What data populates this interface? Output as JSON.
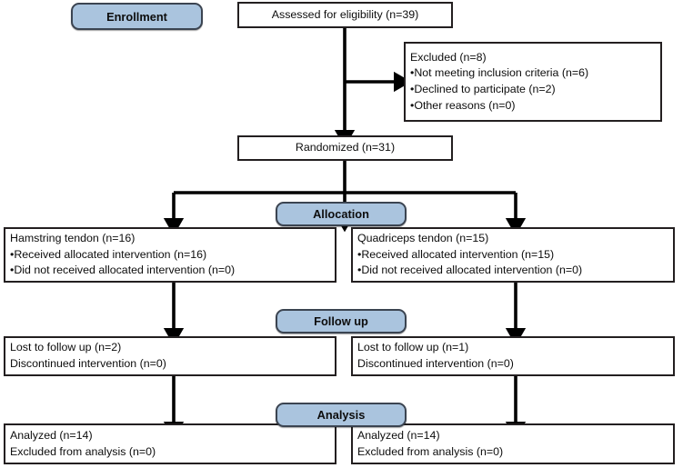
{
  "diagram": {
    "title": "CONSORT participant flow diagram",
    "type": "flowchart",
    "colors": {
      "stage_fill": "#aac4de",
      "stage_border": "#3b4451",
      "box_border": "#231f20",
      "box_fill": "#ffffff",
      "text": "#0d0d0d",
      "connector": "#000000"
    }
  },
  "stages": {
    "enrollment": "Enrollment",
    "allocation": "Allocation",
    "followup": "Follow up",
    "analysis": "Analysis"
  },
  "nodes": {
    "assessed": {
      "lines": [
        "Assessed for eligibility (n=39)"
      ]
    },
    "excluded": {
      "lines": [
        "Excluded (n=8)",
        "•Not meeting inclusion criteria (n=6)",
        "•Declined to participate (n=2)",
        "•Other reasons (n=0)"
      ]
    },
    "randomized": {
      "lines": [
        "Randomized (n=31)"
      ]
    },
    "alloc_left": {
      "lines": [
        "Hamstring tendon (n=16)",
        "•Received allocated intervention (n=16)",
        "•Did not received allocated intervention (n=0)"
      ]
    },
    "alloc_right": {
      "lines": [
        "Quadriceps tendon (n=15)",
        "•Received allocated intervention (n=15)",
        "•Did not received allocated intervention (n=0)"
      ]
    },
    "followup_left": {
      "lines": [
        "Lost to follow up (n=2)",
        "Discontinued intervention (n=0)"
      ]
    },
    "followup_right": {
      "lines": [
        "Lost to follow up (n=1)",
        "Discontinued intervention (n=0)"
      ]
    },
    "analysis_left": {
      "lines": [
        "Analyzed (n=14)",
        "Excluded from analysis (n=0)"
      ]
    },
    "analysis_right": {
      "lines": [
        "Analyzed (n=14)",
        "Excluded from analysis (n=0)"
      ]
    }
  },
  "chart_data": {
    "type": "flowchart",
    "title": "CONSORT flow diagram",
    "stages": [
      "Enrollment",
      "Allocation",
      "Follow up",
      "Analysis"
    ],
    "counts": {
      "assessed_for_eligibility": 39,
      "excluded_total": 8,
      "excluded_not_meeting_inclusion_criteria": 6,
      "excluded_declined_to_participate": 2,
      "excluded_other_reasons": 0,
      "randomized": 31,
      "hamstring_tendon_allocated": 16,
      "hamstring_tendon_received_intervention": 16,
      "hamstring_tendon_did_not_receive_intervention": 0,
      "quadriceps_tendon_allocated": 15,
      "quadriceps_tendon_received_intervention": 15,
      "quadriceps_tendon_did_not_receive_intervention": 0,
      "hamstring_lost_to_follow_up": 2,
      "hamstring_discontinued_intervention": 0,
      "quadriceps_lost_to_follow_up": 1,
      "quadriceps_discontinued_intervention": 0,
      "hamstring_analyzed": 14,
      "hamstring_excluded_from_analysis": 0,
      "quadriceps_analyzed": 14,
      "quadriceps_excluded_from_analysis": 0
    },
    "arms": [
      "Hamstring tendon",
      "Quadriceps tendon"
    ]
  }
}
